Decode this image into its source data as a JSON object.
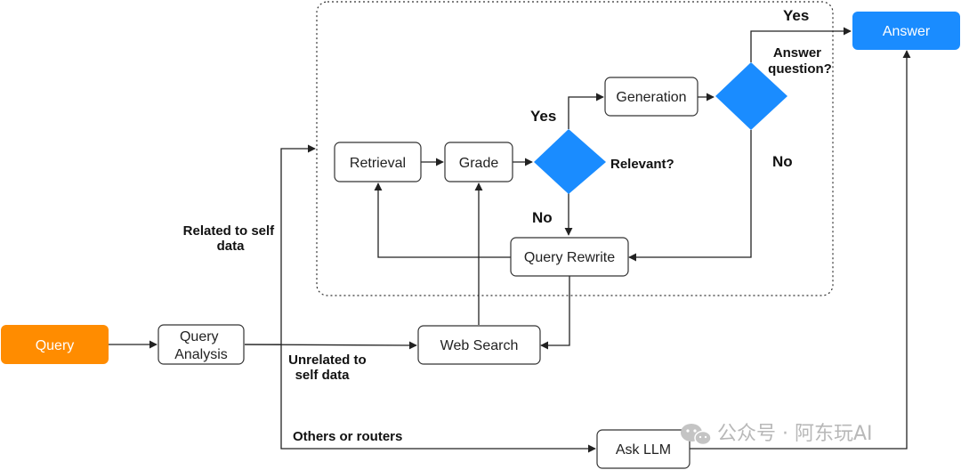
{
  "nodes": {
    "query": "Query",
    "query_analysis": [
      "Query",
      "Analysis"
    ],
    "web_search": "Web Search",
    "ask_llm": "Ask LLM",
    "retrieval": "Retrieval",
    "grade": "Grade",
    "relevant": "Relevant?",
    "generation": "Generation",
    "answer_question": [
      "Answer",
      "question?"
    ],
    "query_rewrite": "Query Rewrite",
    "answer": "Answer"
  },
  "edge_labels": {
    "related": [
      "Related to self",
      "data"
    ],
    "unrelated": [
      "Unrelated to",
      "self data"
    ],
    "others": "Others or routers",
    "relevant_yes": "Yes",
    "relevant_no": "No",
    "answer_yes": "Yes",
    "answer_no": "No"
  },
  "watermark": "公众号 · 阿东玩AI",
  "colors": {
    "query_fill": "#ff8c00",
    "answer_fill": "#1a8cff",
    "decision_fill": "#1a8cff",
    "node_border": "#333333",
    "edge": "#222222"
  }
}
